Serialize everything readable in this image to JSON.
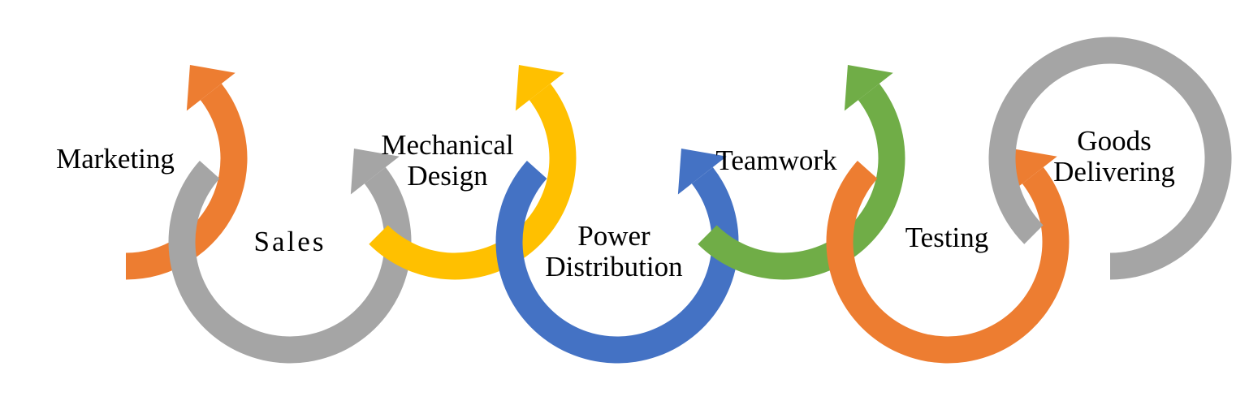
{
  "diagram": {
    "title": "",
    "type": "circular-arrow process flow",
    "steps": [
      {
        "id": "marketing",
        "label": "Marketing",
        "color": "#ED7D31",
        "arc": "top",
        "has_arrowhead": true
      },
      {
        "id": "sales",
        "label": "Sales",
        "color": "#A5A5A5",
        "arc": "bottom",
        "has_arrowhead": true
      },
      {
        "id": "mechanical-design",
        "label": "Mechanical\nDesign",
        "label_lines": [
          "Mechanical",
          "Design"
        ],
        "color": "#FFC000",
        "arc": "top",
        "has_arrowhead": true
      },
      {
        "id": "power-distribution",
        "label": "Power\nDistribution",
        "label_lines": [
          "Power",
          "Distribution"
        ],
        "color": "#4472C4",
        "arc": "bottom",
        "has_arrowhead": true
      },
      {
        "id": "teamwork",
        "label": "Teamwork",
        "color": "#70AD47",
        "arc": "top",
        "has_arrowhead": true
      },
      {
        "id": "testing",
        "label": "Testing",
        "color": "#ED7D31",
        "arc": "bottom",
        "has_arrowhead": true
      },
      {
        "id": "goods-delivering",
        "label": "Goods\nDelivering",
        "label_lines": [
          "Goods",
          "Delivering"
        ],
        "color": "#A5A5A5",
        "arc": "full",
        "has_arrowhead": false
      }
    ],
    "flow": [
      "marketing",
      "sales",
      "mechanical-design",
      "power-distribution",
      "teamwork",
      "testing",
      "goods-delivering"
    ]
  },
  "labels": {
    "marketing": "Marketing",
    "sales": "Sales",
    "mechanical": "Mechanical",
    "design": "Design",
    "power": "Power",
    "distribution": "Distribution",
    "teamwork": "Teamwork",
    "testing": "Testing",
    "goods": "Goods",
    "delivering": "Delivering"
  }
}
